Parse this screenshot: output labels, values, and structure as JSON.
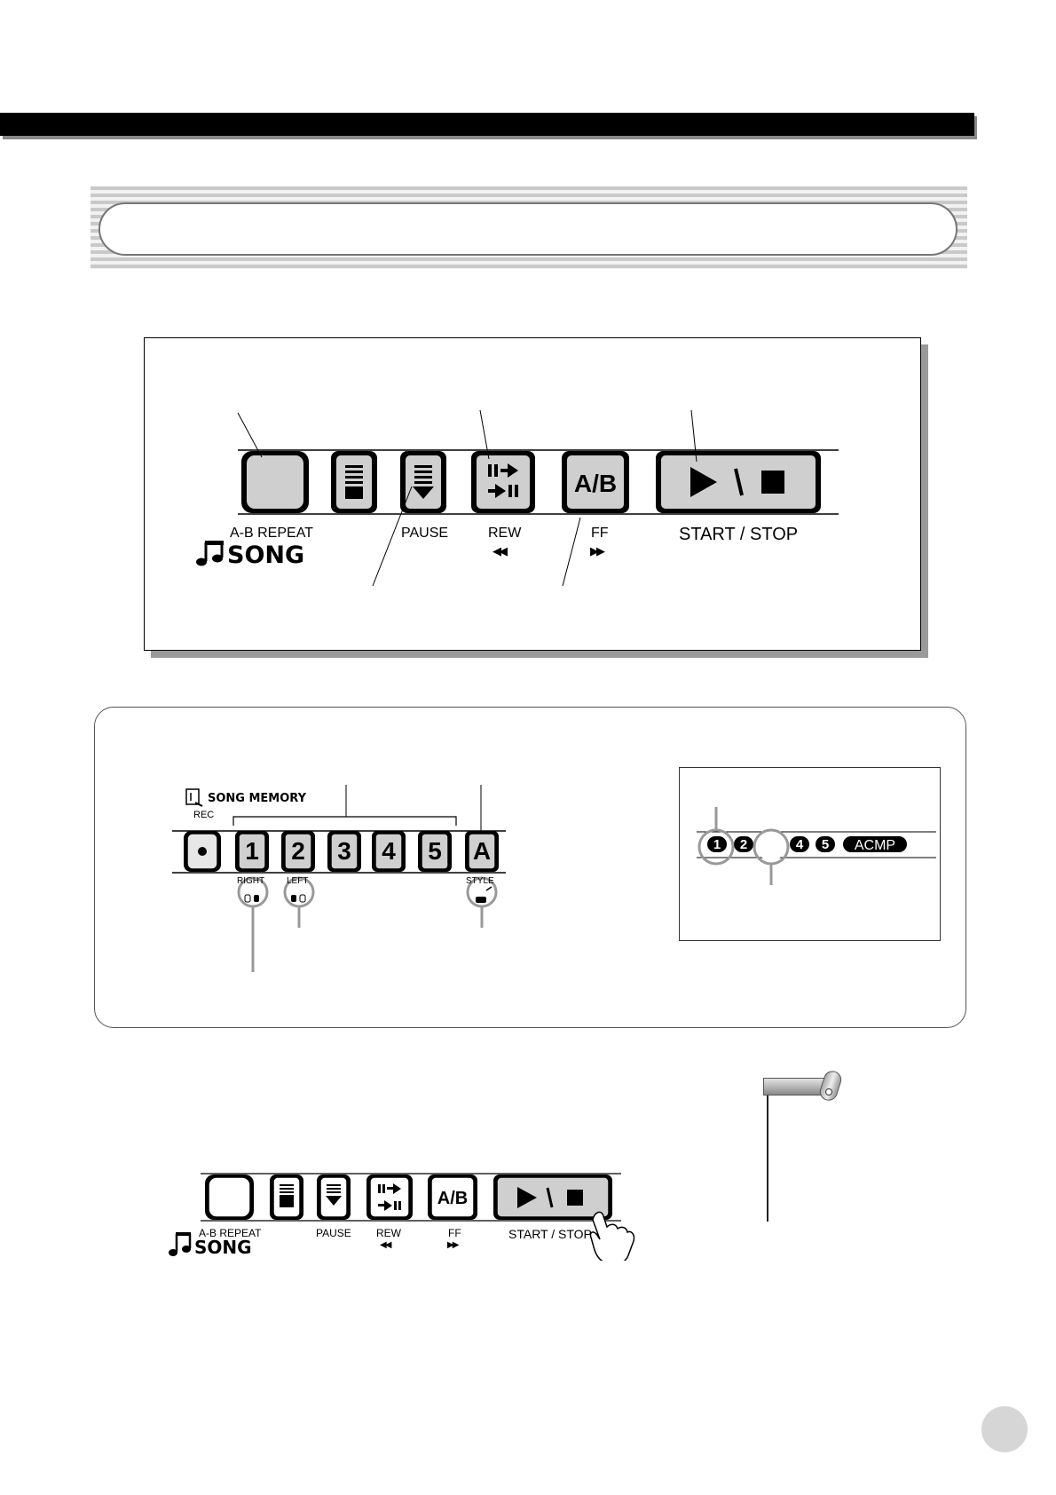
{
  "panel_large": {
    "ab_repeat_label": "A-B REPEAT",
    "song_label": "SONG",
    "pause_label": "PAUSE",
    "rew_label": "REW",
    "rew_symbol": "◀◀",
    "ff_label": "FF",
    "ff_symbol": "▶▶",
    "start_stop_label": "START / STOP",
    "ab_button_text": "A/B",
    "start_button_text": "▶ / ■"
  },
  "song_memory": {
    "title": "SONG MEMORY",
    "rec_label": "REC",
    "tracks": [
      "1",
      "2",
      "3",
      "4",
      "5",
      "A"
    ],
    "right_label": "RIGHT",
    "left_label": "LEFT",
    "style_label": "STYLE"
  },
  "display": {
    "indicators": [
      "1",
      "2",
      "4",
      "5"
    ],
    "acmp_label": "ACMP"
  },
  "panel_small": {
    "ab_repeat_label": "A-B REPEAT",
    "song_label": "SONG",
    "pause_label": "PAUSE",
    "rew_label": "REW",
    "rew_symbol": "◀◀",
    "ff_label": "FF",
    "ff_symbol": "▶▶",
    "start_stop_label": "START / STOP",
    "ab_button_text": "A/B",
    "start_button_text": "▶ / ■"
  },
  "icons": {
    "note": "music-note-icon",
    "song_memory": "song-memory-icon",
    "hand": "pressing-hand-icon",
    "right_hand": "right-hand-icon",
    "left_hand": "left-hand-icon",
    "style": "style-drum-icon"
  }
}
